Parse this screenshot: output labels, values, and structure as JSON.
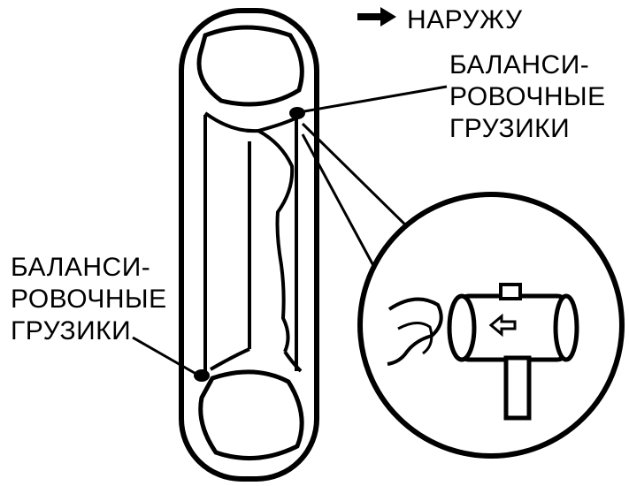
{
  "legend": {
    "arrow_icon": "arrow-right-icon",
    "text": "НАРУЖУ"
  },
  "labels": {
    "top_weights": [
      "БАЛАНСИ-",
      "РОВОЧНЫЕ",
      "ГРУЗИКИ"
    ],
    "bottom_weights": [
      "БАЛАНСИ-",
      "РОВОЧНЫЕ",
      "ГРУЗИКИ"
    ]
  },
  "colors": {
    "ink": "#000000",
    "paper": "#ffffff"
  }
}
